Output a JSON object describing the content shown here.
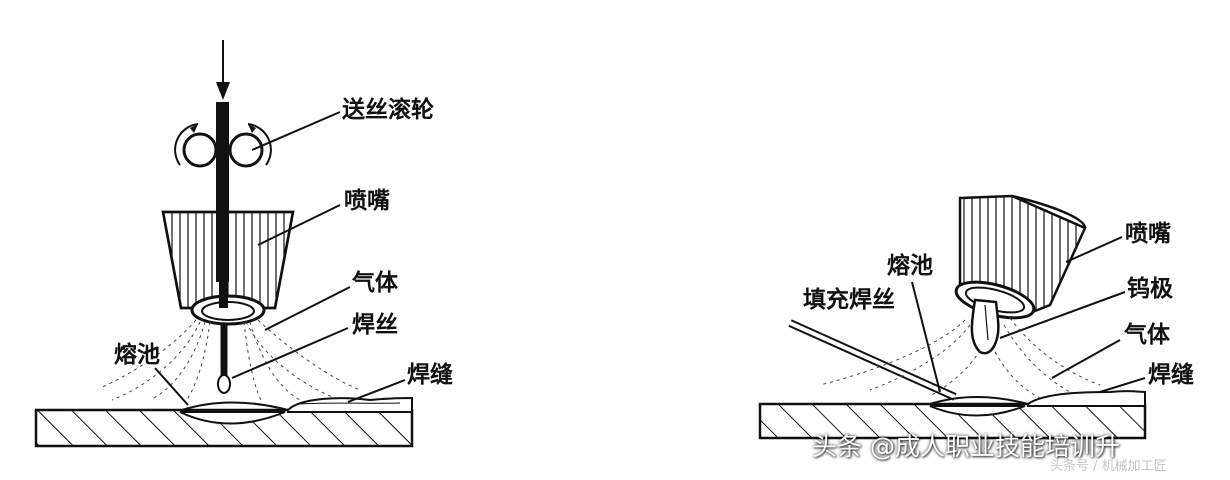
{
  "left_diagram": {
    "labels": {
      "feed_rollers": "送丝滚轮",
      "nozzle": "喷嘴",
      "gas": "气体",
      "wire": "焊丝",
      "pool": "熔池",
      "weld_seam": "焊缝"
    }
  },
  "right_diagram": {
    "labels": {
      "nozzle": "喷嘴",
      "pool": "熔池",
      "tungsten": "钨极",
      "filler_wire": "填充焊丝",
      "gas": "气体",
      "weld_seam": "焊缝"
    }
  },
  "watermark": {
    "text": "头条 @成人职业技能培训升",
    "faint": "头条号 / 机械加工匠"
  }
}
